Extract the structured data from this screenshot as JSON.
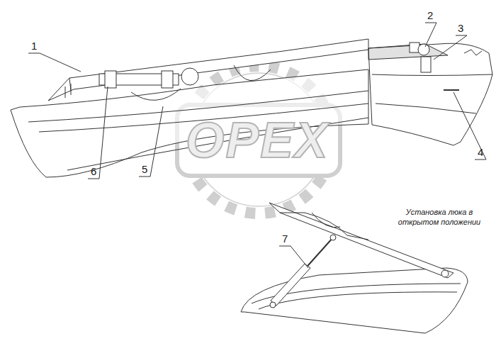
{
  "diagram": {
    "labels": [
      "1",
      "2",
      "3",
      "4",
      "5",
      "6",
      "7",
      "Установка люка в открытом положении",
      "OPEX"
    ]
  }
}
